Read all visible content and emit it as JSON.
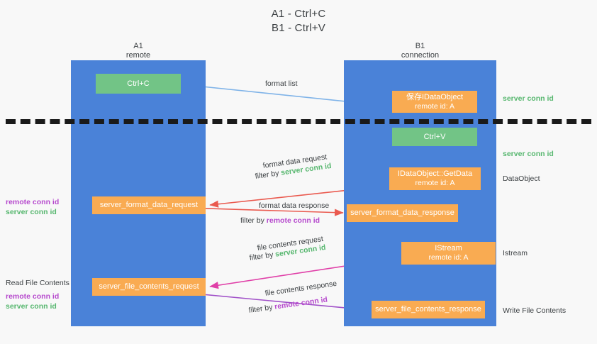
{
  "title": {
    "line1": "A1 - Ctrl+C",
    "line2": "B1 - Ctrl+V"
  },
  "lanes": {
    "a": {
      "name": "A1",
      "role": "remote"
    },
    "b": {
      "name": "B1",
      "role": "connection"
    }
  },
  "nodes": {
    "ctrl_c": {
      "label": "Ctrl+C",
      "color": "#72c486"
    },
    "ctrl_v": {
      "label": "Ctrl+V",
      "color": "#72c486"
    },
    "save_dataobject": {
      "line1": "保存IDataObject",
      "line2": "remote id: A",
      "color": "#f9ab52"
    },
    "getdata": {
      "line1": "IDataObject::GetData",
      "line2": "remote id: A",
      "color": "#f9ab52"
    },
    "istream": {
      "line1": "IStream",
      "line2": "remote id: A",
      "color": "#f9ab52"
    },
    "server_format_data_request": {
      "label": "server_format_data_request",
      "color": "#f9ab52"
    },
    "server_format_data_response": {
      "label": "server_format_data_response",
      "color": "#f9ab52"
    },
    "server_file_contents_request": {
      "label": "server_file_contents_request",
      "color": "#f9ab52"
    },
    "server_file_contents_response": {
      "label": "server_file_contents_response",
      "color": "#f9ab52"
    }
  },
  "edge_labels": {
    "format_list": "format list",
    "format_data_request": "format data request",
    "format_data_request_filter_prefix": "filter by ",
    "format_data_request_filter_key": "server conn id",
    "format_data_response": "format data response",
    "format_data_response_filter_prefix": "filter by ",
    "format_data_response_filter_key": "remote conn id",
    "file_contents_request": "file contents request",
    "file_contents_request_filter_prefix": "filter by ",
    "file_contents_request_filter_key": "server conn id",
    "file_contents_response": "file contents response",
    "file_contents_response_filter_prefix": "filter by ",
    "file_contents_response_filter_key": "remote conn id"
  },
  "side_labels": {
    "right_server_conn_id_top": "server conn id",
    "right_server_conn_id_mid": "server conn id",
    "right_dataobject": "DataObject",
    "right_istream": "Istream",
    "right_write_file_contents": "Write File Contents",
    "left_read_file_contents": "Read File Contents",
    "left_remote_conn_id_1": "remote conn id",
    "left_server_conn_id_1": "server conn id",
    "left_remote_conn_id_2": "remote conn id",
    "left_server_conn_id_2": "server conn id"
  },
  "colors": {
    "lane": "#4a82d8",
    "green_node": "#72c486",
    "orange_node": "#f9ab52",
    "green_text": "#57b76f",
    "purple_text": "#b649cd",
    "arrow_blue": "#7fb3e8",
    "arrow_red": "#ea5a4f",
    "arrow_magenta": "#e040a8",
    "arrow_purple": "#a050c8",
    "arrow_black": "#111111",
    "background": "#f8f8f8"
  }
}
